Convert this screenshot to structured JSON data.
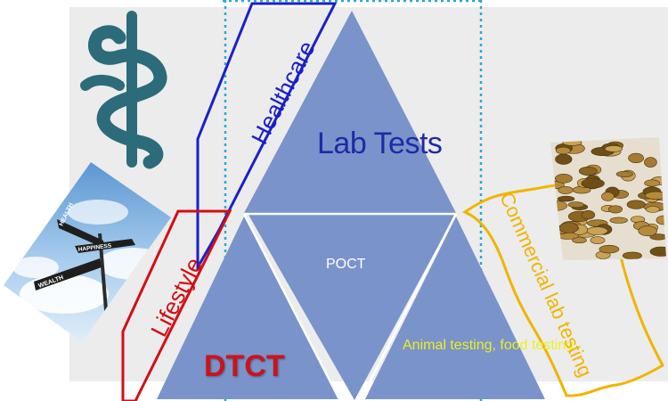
{
  "diagram": {
    "center_label": "Lab Tests",
    "inner_label": "POCT",
    "left_label": "DTCT",
    "right_label": "Animal testing, food testing",
    "side_labels": {
      "healthcare": "Healthcare",
      "lifestyle": "Lifestyle",
      "commercial": "Commercial lab testing"
    }
  },
  "signpost": {
    "arrows": [
      "HEALTH",
      "HAPPINESS",
      "WEALTH"
    ]
  },
  "icons": {
    "medical": "caduceus-icon",
    "signpost": "signpost-photo",
    "coins": "coins-photo"
  },
  "colors": {
    "triangle": "#7b93cb",
    "healthcare": "#1920c8",
    "lifestyle": "#d10f14",
    "commercial": "#f0b400",
    "guides": "#2aa8d8",
    "caduceus": "#2c6b7a"
  }
}
